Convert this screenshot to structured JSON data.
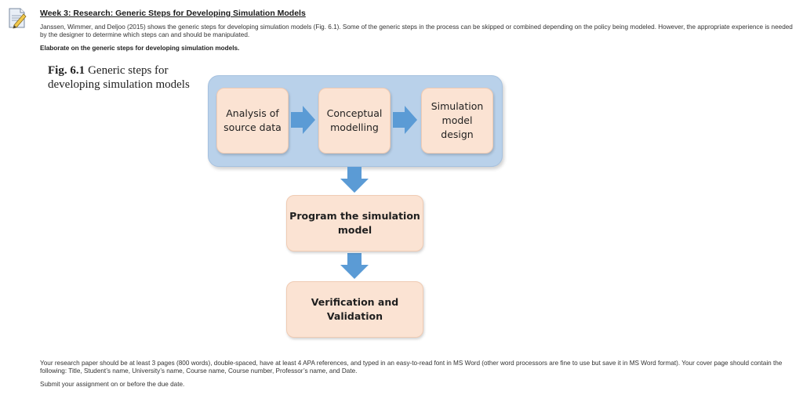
{
  "assignment": {
    "title": "Week 3: Research: Generic Steps for Developing Simulation Models",
    "intro": "Janssen, Wimmer, and Deljoo (2015) shows the generic steps for developing simulation models (Fig. 6.1). Some of the generic steps in the process can be skipped or combined depending on the policy being modeled. However, the appropriate experience is needed by the designer to determine which steps can and should be manipulated.",
    "elaborate": "Elaborate on the generic steps for developing simulation models."
  },
  "figure": {
    "number": "Fig. 6.1",
    "caption": "Generic steps for developing simulation models",
    "colors": {
      "container": "#b9d1ea",
      "step_box": "#fbe3d3",
      "arrow": "#5b9bd5"
    },
    "steps": [
      {
        "line1": "Analysis of",
        "line2": "source data",
        "line3": ""
      },
      {
        "line1": "Conceptual",
        "line2": "modelling",
        "line3": ""
      },
      {
        "line1": "Simulation",
        "line2": "model",
        "line3": "design"
      },
      {
        "line1": "Program the simulation",
        "line2": "model",
        "line3": ""
      },
      {
        "line1": "Verification and",
        "line2": "Validation",
        "line3": ""
      }
    ]
  },
  "footer": {
    "requirements": "Your research paper should be at least 3 pages (800 words), double-spaced, have at least 4 APA references, and typed in an easy-to-read font in MS Word (other word processors are fine to use but save it in MS Word format). Your cover page should contain the following: Title, Student’s name, University’s name, Course name, Course number, Professor’s name, and Date.",
    "submit": "Submit your assignment on or before the due date."
  },
  "icons": {
    "document": "assignment-document-icon"
  }
}
